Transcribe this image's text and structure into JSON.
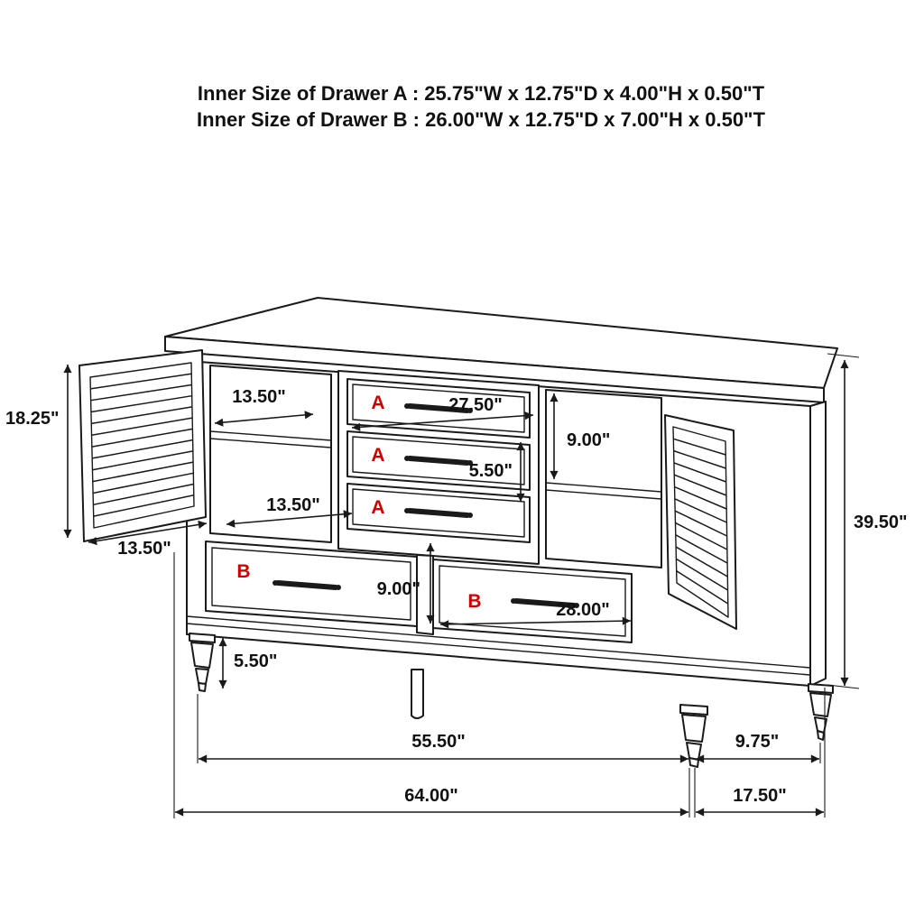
{
  "title": {
    "line1": "Inner Size of Drawer A : 25.75\"W x 12.75\"D x 4.00\"H x 0.50\"T",
    "line2": "Inner Size of Drawer B : 26.00\"W x 12.75\"D x 7.00\"H x 0.50\"T"
  },
  "colors": {
    "ink": "#1a1a1a",
    "label_red": "#cc0000",
    "background": "#ffffff"
  },
  "drawers": {
    "a_label": "A",
    "b_label": "B"
  },
  "dims": {
    "door_height": "18.25\"",
    "shelf_depth_top": "13.50\"",
    "drawer_a_width": "27.50\"",
    "right_opening_height": "9.00\"",
    "drawer_a_height": "5.50\"",
    "shelf_depth_mid": "13.50\"",
    "door_width": "13.50\"",
    "overall_height": "39.50\"",
    "drawer_b_height": "9.00\"",
    "drawer_b_width": "28.00\"",
    "leg_height": "5.50\"",
    "leg_span_width": "55.50\"",
    "back_offset": "9.75\"",
    "overall_width": "64.00\"",
    "overall_depth": "17.50\""
  }
}
